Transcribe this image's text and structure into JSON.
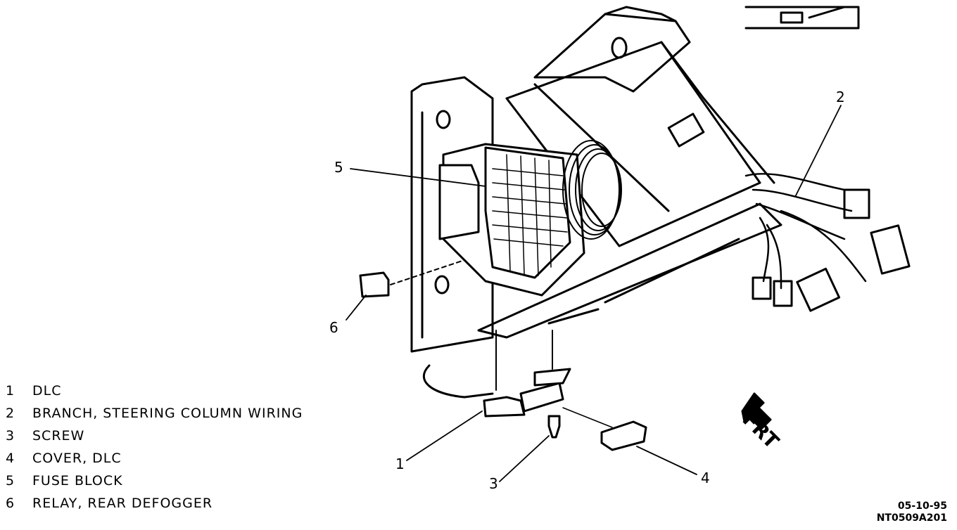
{
  "callouts": {
    "c1": "1",
    "c2": "2",
    "c3": "3",
    "c4": "4",
    "c5": "5",
    "c6": "6"
  },
  "legend": [
    {
      "num": "1",
      "label": "DLC"
    },
    {
      "num": "2",
      "label": "BRANCH, STEERING COLUMN WIRING"
    },
    {
      "num": "3",
      "label": "SCREW"
    },
    {
      "num": "4",
      "label": "COVER, DLC"
    },
    {
      "num": "5",
      "label": "FUSE BLOCK"
    },
    {
      "num": "6",
      "label": "RELAY, REAR DEFOGGER"
    }
  ],
  "direction_label": "FRT",
  "stamp": {
    "date": "05-10-95",
    "code": "NT0509A201"
  }
}
